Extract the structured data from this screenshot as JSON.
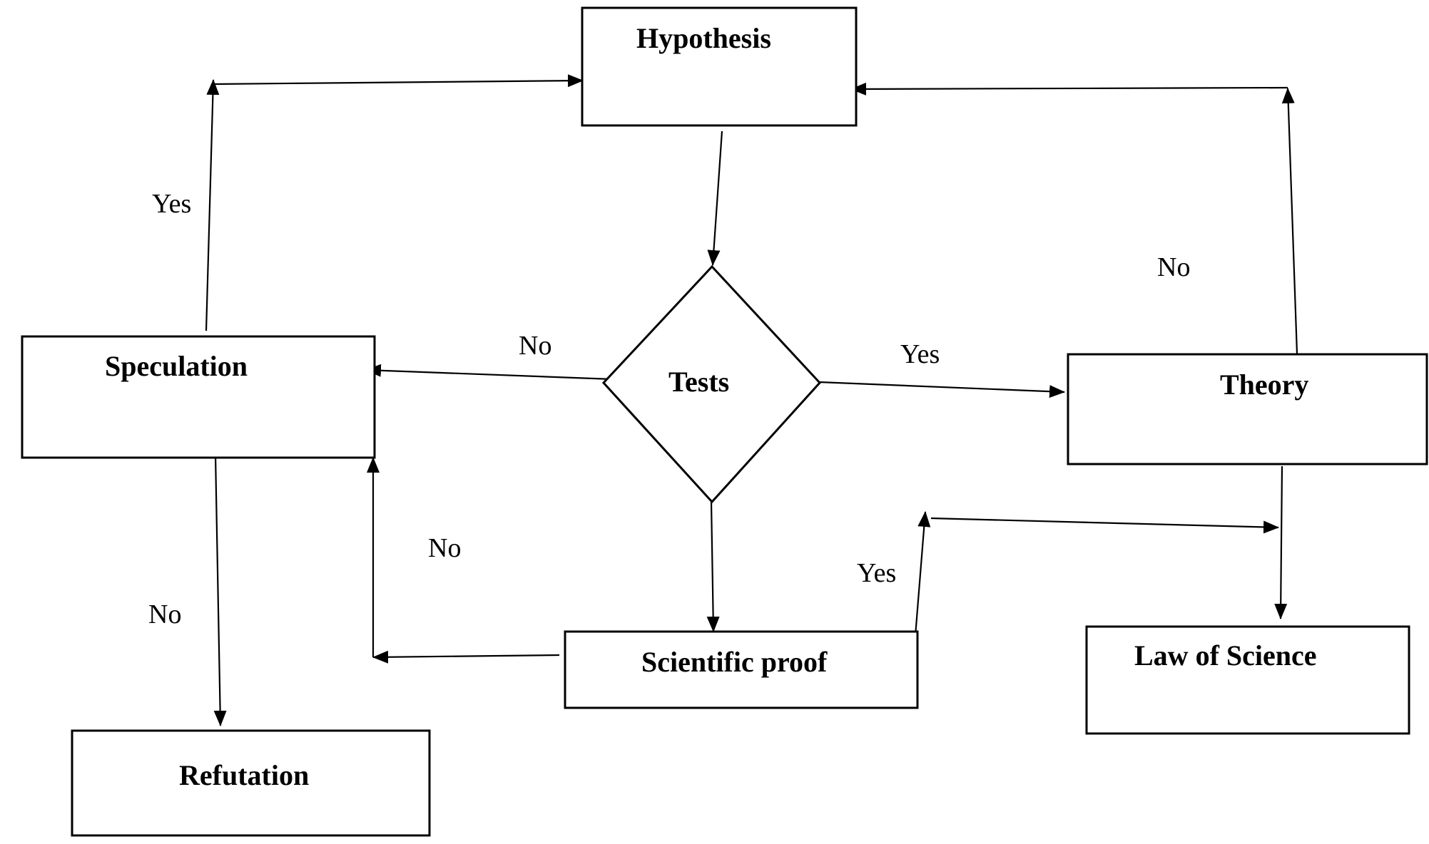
{
  "nodes": {
    "hypothesis": "Hypothesis",
    "tests": "Tests",
    "speculation": "Speculation",
    "theory": "Theory",
    "scientific_proof": "Scientific proof",
    "law_of_science": "Law of Science",
    "refutation": "Refutation"
  },
  "edge_labels": {
    "speculation_to_hypothesis": "Yes",
    "tests_to_speculation": "No",
    "tests_to_theory": "Yes",
    "theory_to_hypothesis": "No",
    "proof_to_speculation": "No",
    "proof_to_law": "Yes",
    "speculation_to_refutation": "No"
  },
  "colors": {
    "stroke": "#000000",
    "background": "#ffffff"
  }
}
